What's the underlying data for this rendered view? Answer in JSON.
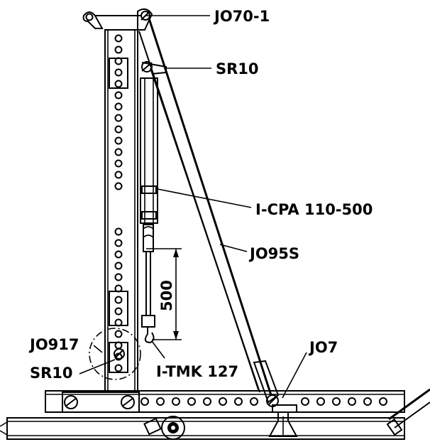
{
  "labels": {
    "jo70_1": "JO70-1",
    "sr10_top": "SR10",
    "icpa": "I-CPA 110-500",
    "jo95s": "JO95S",
    "dim_500": "500",
    "jo917": "JO917",
    "sr10_bottom": "SR10",
    "itmk": "I-TMK 127",
    "jo7": "JO7"
  }
}
